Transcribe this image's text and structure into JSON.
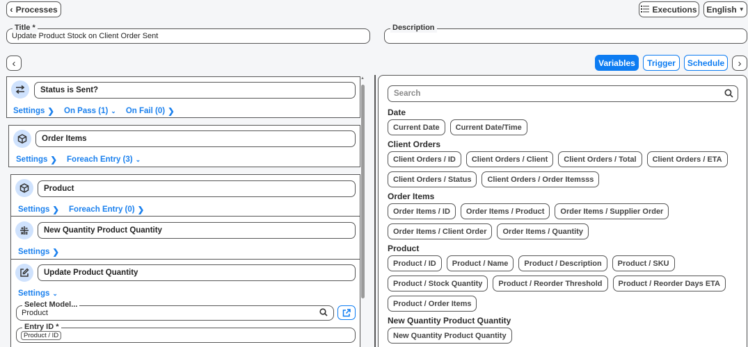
{
  "header": {
    "back_label": "Processes",
    "executions_label": "Executions",
    "language_label": "English"
  },
  "form": {
    "title_label": "Title *",
    "title_value": "Update Product Stock on Client Order Sent",
    "description_label": "Description",
    "description_value": ""
  },
  "tabs": {
    "variables": "Variables",
    "trigger": "Trigger",
    "schedule": "Schedule"
  },
  "steps": [
    {
      "name": "Status is Sent?",
      "icon": "conditional-icon",
      "links": [
        "Settings",
        "On Pass (1)",
        "On Fail (0)"
      ]
    },
    {
      "name": "Order Items",
      "icon": "box-icon",
      "links": [
        "Settings",
        "Foreach Entry (3)"
      ]
    },
    {
      "name": "Product",
      "icon": "box-icon",
      "links": [
        "Settings",
        "Foreach Entry (0)"
      ]
    },
    {
      "name": "New Quantity Product Quantity",
      "icon": "calculator-icon",
      "links": [
        "Settings"
      ]
    },
    {
      "name": "Update Product Quantity",
      "icon": "edit-icon",
      "links": [
        "Settings"
      ]
    }
  ],
  "update_settings": {
    "model_label": "Select Model...",
    "model_value": "Product",
    "entry_label": "Entry ID *",
    "entry_chip": "Product / ID"
  },
  "variables": {
    "search_placeholder": "Search",
    "sections": [
      {
        "title": "Date",
        "chips": [
          "Current Date",
          "Current Date/Time"
        ]
      },
      {
        "title": "Client Orders",
        "chips": [
          "Client Orders / ID",
          "Client Orders / Client",
          "Client Orders / Total",
          "Client Orders / ETA",
          "Client Orders / Status",
          "Client Orders / Order Itemsss"
        ]
      },
      {
        "title": "Order Items",
        "chips": [
          "Order Items / ID",
          "Order Items / Product",
          "Order Items / Supplier Order",
          "Order Items / Client Order",
          "Order Items / Quantity"
        ]
      },
      {
        "title": "Product",
        "chips": [
          "Product / ID",
          "Product / Name",
          "Product / Description",
          "Product / SKU",
          "Product / Stock Quantity",
          "Product / Reorder Threshold",
          "Product / Reorder Days ETA",
          "Product / Order Items"
        ]
      },
      {
        "title": "New Quantity Product Quantity",
        "chips": [
          "New Quantity Product Quantity"
        ]
      }
    ]
  },
  "colors": {
    "accent": "#0d7cf2",
    "icon_bg": "#cfe2fd",
    "border": "#555555",
    "background": "#f5f6f8"
  }
}
